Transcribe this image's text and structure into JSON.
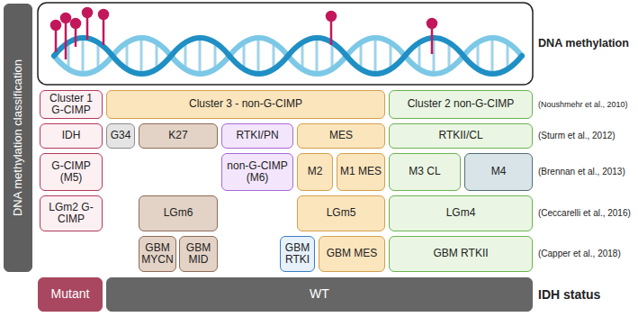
{
  "diagram": {
    "nodes": [
      {
        "text": [
          "DNA methylation classification"
        ]
      },
      {
        "text": [
          "Cluster 1 G-CIMP"
        ]
      },
      {
        "text": [
          "Cluster 3 - non-G-CIMP"
        ]
      },
      {
        "text": [
          "Cluster 2 non-G-CIMP"
        ]
      },
      {
        "text": [
          "IDH"
        ]
      },
      {
        "text": [
          "G34"
        ]
      },
      {
        "text": [
          "K27"
        ]
      },
      {
        "text": [
          "RTKI/PN"
        ]
      },
      {
        "text": [
          "MES"
        ]
      },
      {
        "text": [
          "RTKII/CL"
        ]
      },
      {
        "text": [
          "G-CIMP (M5)"
        ]
      },
      {
        "text": [
          "non-G-CIMP (M6)"
        ]
      },
      {
        "text": [
          "M2"
        ]
      },
      {
        "text": [
          "M1 MES"
        ]
      },
      {
        "text": [
          "M3 CL"
        ]
      },
      {
        "text": [
          "M4"
        ]
      },
      {
        "text": [
          "LGm2 G-CIMP"
        ]
      },
      {
        "text": [
          "LGm6"
        ]
      },
      {
        "text": [
          "LGm5"
        ]
      },
      {
        "text": [
          "LGm4"
        ]
      },
      {
        "text": [
          "GBM MYCN"
        ]
      },
      {
        "text": [
          "GBM MID"
        ]
      },
      {
        "text": [
          "GBM RTKI"
        ]
      },
      {
        "text": [
          "GBM MES"
        ]
      },
      {
        "text": [
          "GBM RTKII"
        ]
      },
      {
        "text": [
          "Mutant"
        ]
      },
      {
        "text": [
          "WT"
        ]
      }
    ],
    "labels": [
      "DNA methylation",
      "(Noushmehr et al., 2010)",
      "(Sturm et al., 2012)",
      "(Brennan et al., 2013)",
      "(Ceccarelli et al., 2016)",
      "(Capper et al., 2018)",
      "IDH status"
    ]
  }
}
